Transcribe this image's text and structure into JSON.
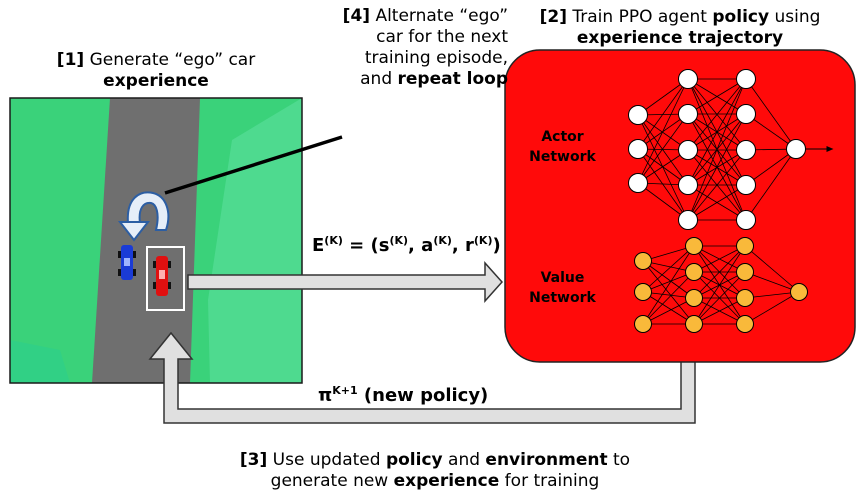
{
  "steps": {
    "s1": {
      "num": "[1]",
      "line1": " Generate “ego” car",
      "line2": "experience"
    },
    "s2": {
      "num": "[2]",
      "t1": " Train PPO agent ",
      "t1b": "policy",
      "t1c": " using",
      "line2": "experience trajectory"
    },
    "s3": {
      "num": "[3]",
      "t1": " Use updated ",
      "t1b": "policy",
      "t1c": " and ",
      "t1d": "environment",
      "t1e": " to",
      "t2": "generate new ",
      "t2b": "experience",
      "t2c": " for training"
    },
    "s4": {
      "num": "[4]",
      "line1": " Alternate “ego”",
      "line2": "car for the next",
      "line3": "training episode,",
      "line4a": "and ",
      "line4b": "repeat loop"
    }
  },
  "equation": {
    "e": "E",
    "esup": "(K)",
    "mid": " = (s",
    "ssup": "(K)",
    "comma1": ", a",
    "asup": "(K)",
    "comma2": ", r",
    "rsup": "(K)",
    "close": ")"
  },
  "policy_label": {
    "pi": "π",
    "sup": "K+1",
    "text": " (new policy)"
  },
  "networks": {
    "actor": {
      "line1": "Actor",
      "line2": "Network"
    },
    "value": {
      "line1": "Value",
      "line2": "Network"
    }
  },
  "colors": {
    "field": "#3ad27a",
    "road": "#6f6f6f",
    "panel": "#ff0a0a",
    "value_node": "#f9b93a",
    "ego_car": "#e01010",
    "other_car": "#1a3bd6",
    "arrow": "#e0e0e0"
  }
}
